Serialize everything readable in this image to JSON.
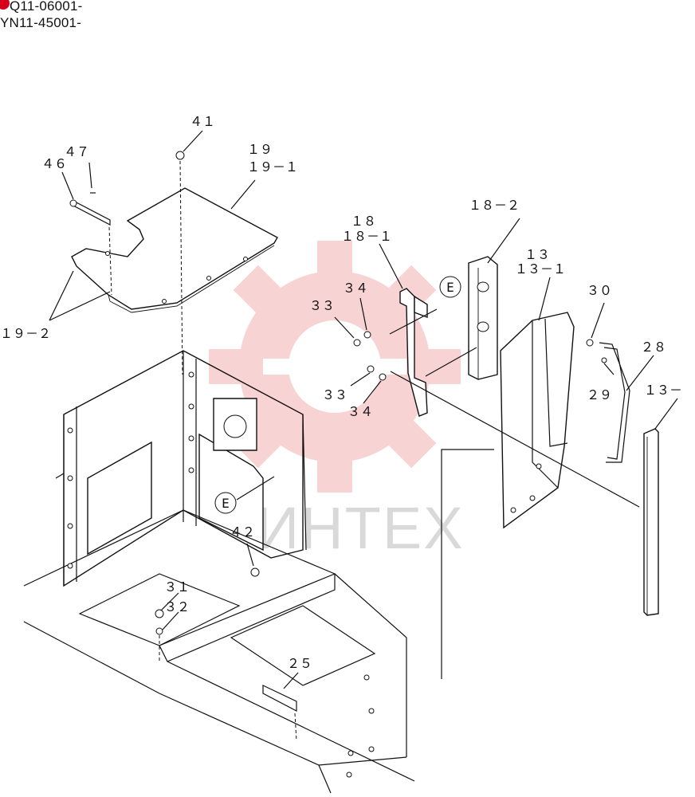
{
  "header": {
    "serial_numbers": [
      "Q11-06001-",
      "YN11-45001-"
    ],
    "badge_color": "#d6001c"
  },
  "watermark": {
    "text": "ИНТЕХ",
    "logo": "gear-logo",
    "color": "#e33a3a"
  },
  "callouts": {
    "c41": "４１",
    "c47": "４７",
    "c46": "４６",
    "c19": "１９",
    "c19_1": "１９－１",
    "c19_2": "１９－２",
    "c18": "１８",
    "c18_1": "１８－１",
    "c18_2": "１８－２",
    "c13": "１３",
    "c13_1": "１３－１",
    "c13_dash": "１３－",
    "c30": "３０",
    "c28": "２８",
    "c29": "２９",
    "c34a": "３４",
    "c33a": "３３",
    "c33b": "３３",
    "c34b": "３４",
    "c42": "４２",
    "c31": "３１",
    "c32": "３２",
    "c25": "２５",
    "detail_e_top": "E",
    "detail_e_left": "E"
  }
}
